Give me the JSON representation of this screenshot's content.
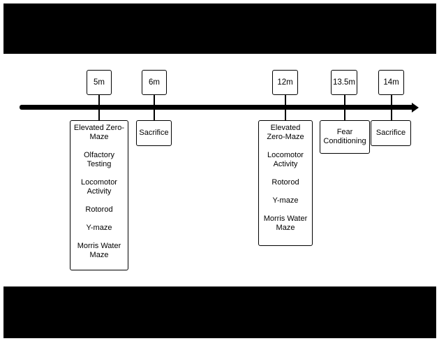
{
  "timepoints": [
    {
      "label": "5m",
      "activities": [
        "Elevated Zero-Maze",
        "Olfactory Testing",
        "Locomotor Activity",
        "Rotorod",
        "Y-maze",
        "Morris Water Maze"
      ]
    },
    {
      "label": "6m",
      "activities": [
        "Sacrifice"
      ]
    },
    {
      "label": "12m",
      "activities": [
        "Elevated Zero-Maze",
        "Locomotor Activity",
        "Rotorod",
        "Y-maze",
        "Morris Water Maze"
      ]
    },
    {
      "label": "13.5m",
      "activities": [
        "Fear Conditioning"
      ]
    },
    {
      "label": "14m",
      "activities": [
        "Sacrifice"
      ]
    }
  ],
  "colors": {
    "line": "#000000",
    "band": "#000000",
    "background": "#ffffff"
  }
}
